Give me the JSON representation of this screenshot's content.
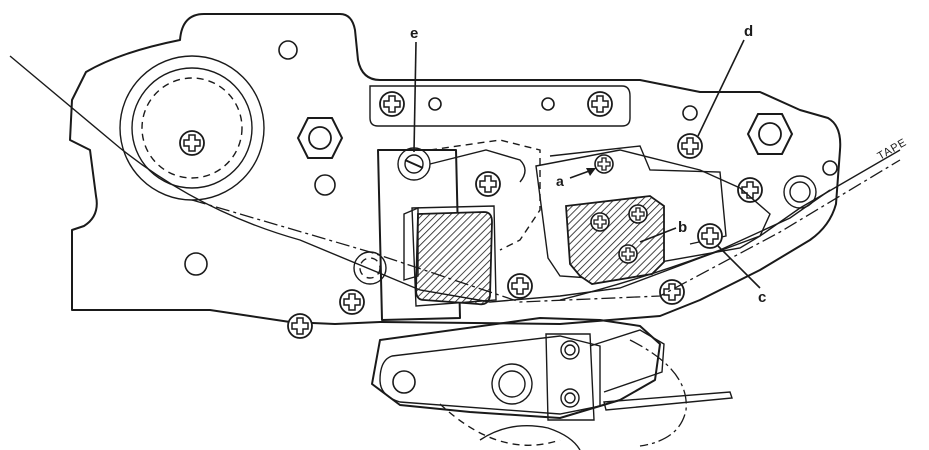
{
  "labels": {
    "a": "a",
    "b": "b",
    "c": "c",
    "d": "d",
    "e": "e",
    "tape": "TAPE"
  }
}
